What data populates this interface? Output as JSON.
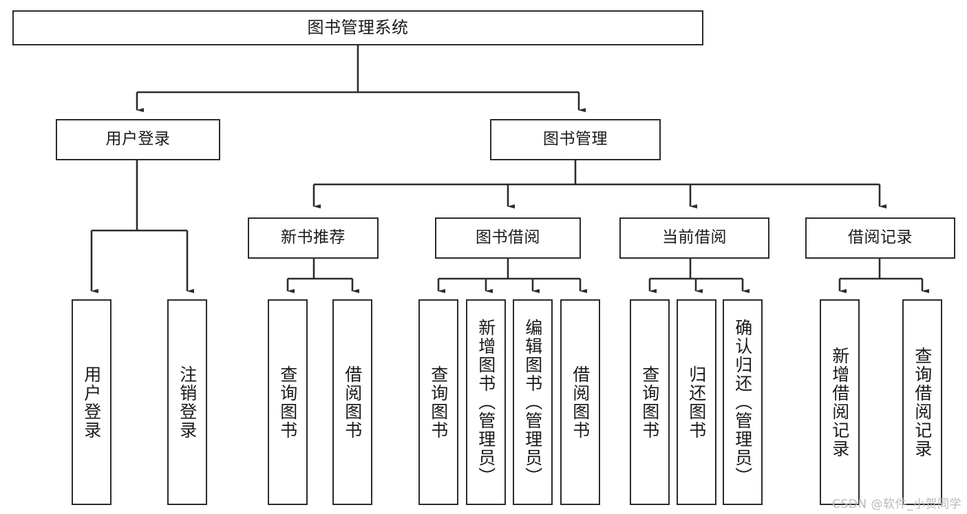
{
  "diagram": {
    "title": "图书管理系统",
    "type": "tree-hierarchy-chart",
    "root": {
      "label": "图书管理系统"
    },
    "level1": [
      {
        "label": "用户登录"
      },
      {
        "label": "图书管理"
      }
    ],
    "level2": [
      {
        "label": "新书推荐",
        "parent": "图书管理"
      },
      {
        "label": "图书借阅",
        "parent": "图书管理"
      },
      {
        "label": "当前借阅",
        "parent": "图书管理"
      },
      {
        "label": "借阅记录",
        "parent": "图书管理"
      }
    ],
    "leaves": [
      {
        "label": "用户登录",
        "parent": "用户登录"
      },
      {
        "label": "注销登录",
        "parent": "用户登录"
      },
      {
        "label": "查询图书",
        "parent": "新书推荐"
      },
      {
        "label": "借阅图书",
        "parent": "新书推荐"
      },
      {
        "label": "查询图书",
        "parent": "图书借阅"
      },
      {
        "label": "新增图书（管理员）",
        "parent": "图书借阅"
      },
      {
        "label": "编辑图书（管理员）",
        "parent": "图书借阅"
      },
      {
        "label": "借阅图书",
        "parent": "图书借阅"
      },
      {
        "label": "查询图书",
        "parent": "当前借阅"
      },
      {
        "label": "归还图书",
        "parent": "当前借阅"
      },
      {
        "label": "确认归还（管理员）",
        "parent": "当前借阅"
      },
      {
        "label": "新增借阅记录",
        "parent": "借阅记录"
      },
      {
        "label": "查询借阅记录",
        "parent": "借阅记录"
      }
    ],
    "watermark": "CSDN @软件_小贺同学",
    "colors": {
      "stroke": "#2b2b2b",
      "background": "#ffffff",
      "text": "#1a1a1a",
      "watermark": "#b9b9b9"
    }
  }
}
